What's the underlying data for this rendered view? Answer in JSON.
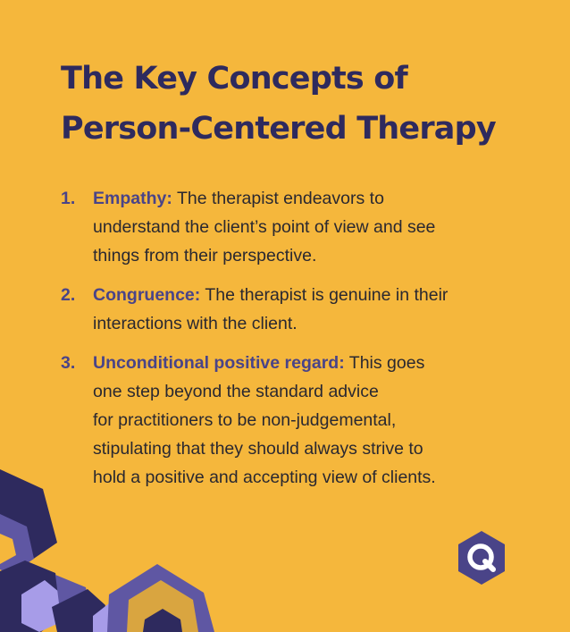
{
  "colors": {
    "background": "#F5B73C",
    "title": "#2E2A5E",
    "term": "#4A4488",
    "body_text": "#2A2830",
    "hex_dark": "#2E2A5E",
    "hex_mid": "#5F57A3",
    "hex_light": "#A79CE8",
    "hex_gold": "#D9A540"
  },
  "title": {
    "line1": "The Key Concepts of",
    "line2": "Person-Centered Therapy"
  },
  "items": [
    {
      "number": "1.",
      "term": "Empathy:",
      "lines": [
        "The therapist endeavors to",
        "understand the client’s point of view and see",
        "things from their perspective."
      ]
    },
    {
      "number": "2.",
      "term": "Congruence:",
      "lines": [
        "The therapist is genuine in their",
        "interactions with the client."
      ]
    },
    {
      "number": "3.",
      "term": "Unconditional positive regard:",
      "lines": [
        "This goes",
        "one step beyond the standard advice",
        "for practitioners to be non-judgemental,",
        "stipulating that they should always strive to",
        "hold a positive and accepting view of clients."
      ]
    }
  ],
  "logo": {
    "icon": "q-hexagon-logo-icon"
  },
  "decoration": {
    "icon": "hexagon-pattern-icon"
  }
}
